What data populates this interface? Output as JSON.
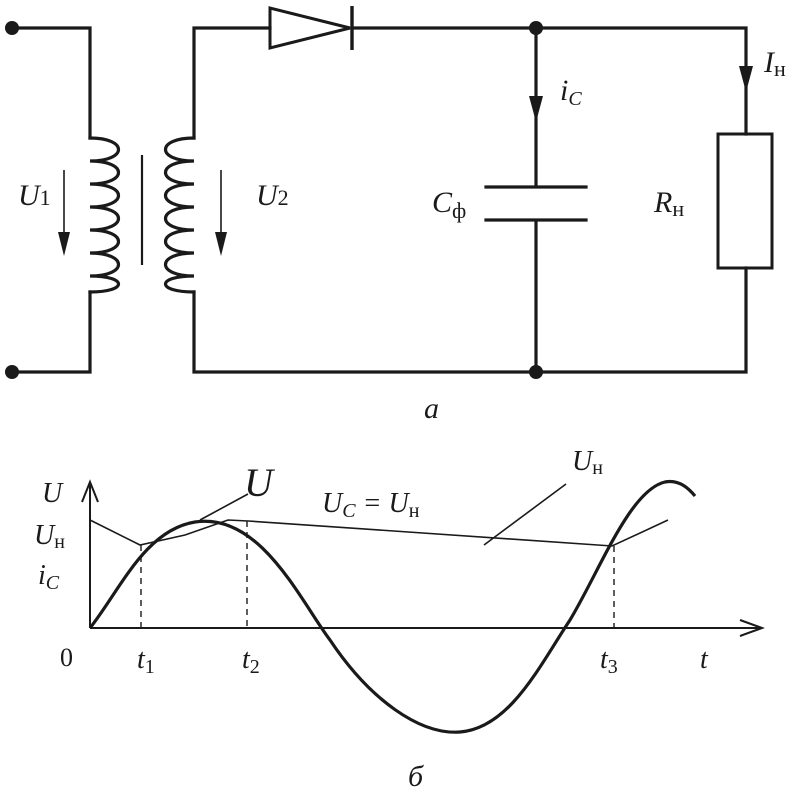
{
  "circuit": {
    "u1_label": "U",
    "u1_sub": "1",
    "u2_label": "U",
    "u2_sub": "2",
    "ic_label": "i",
    "ic_sub": "C",
    "cap_label": "C",
    "cap_sub": "ф",
    "load_label": "R",
    "load_sub": "н",
    "iload_label": "I",
    "iload_sub": "н",
    "caption": "a"
  },
  "graph": {
    "y_axis_line1": "U",
    "y_axis_line2_main": "U",
    "y_axis_line2_sub": "н",
    "y_axis_line3_main": "i",
    "y_axis_line3_sub": "C",
    "origin": "0",
    "x_axis": "t",
    "t1_main": "t",
    "t1_sub": "1",
    "t2_main": "t",
    "t2_sub": "2",
    "t3_main": "t",
    "t3_sub": "3",
    "curve_u": "U",
    "uc_eq_main1": "U",
    "uc_eq_sub1": "C",
    "uc_eq_mid": " = U",
    "uc_eq_sub2": "н",
    "un_label_main": "U",
    "un_label_sub": "н",
    "caption": "б"
  }
}
